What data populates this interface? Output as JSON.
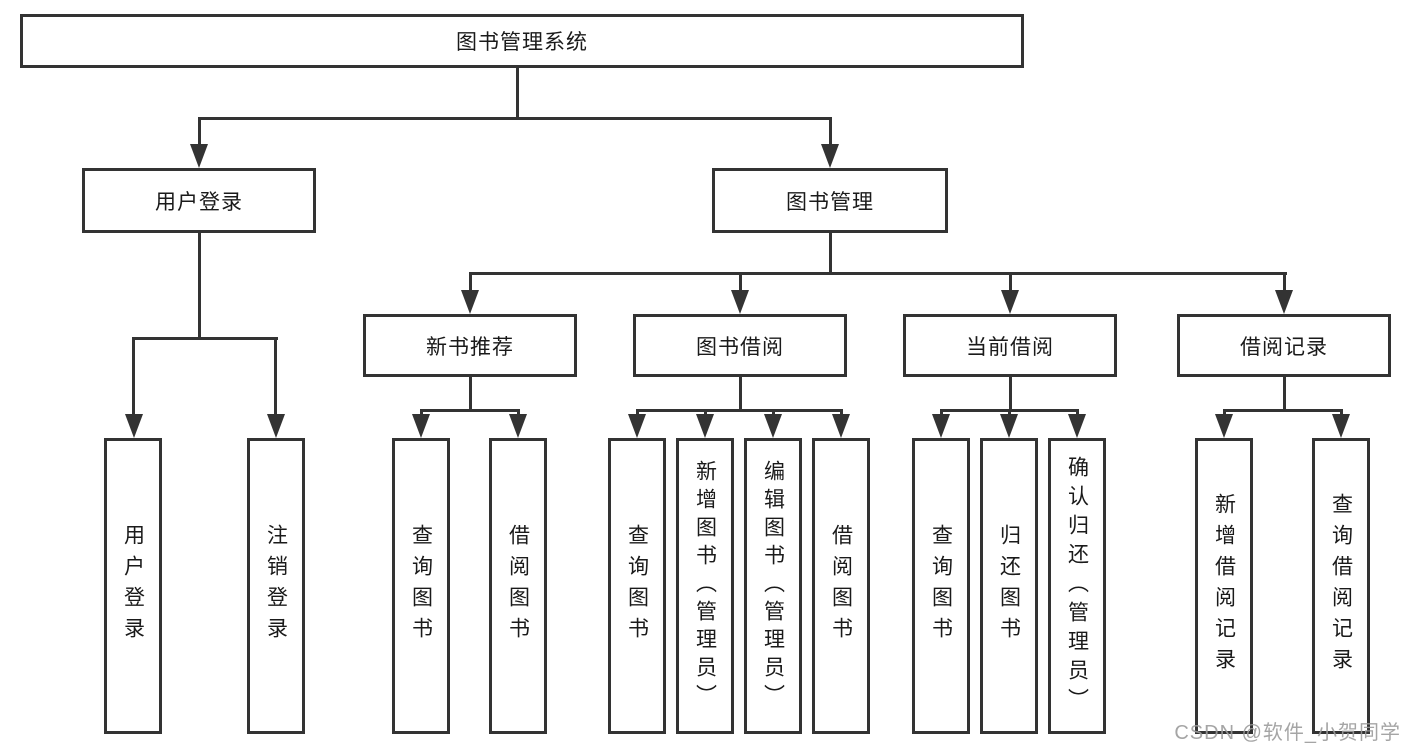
{
  "diagram": {
    "root": {
      "label": "图书管理系统"
    },
    "level2": {
      "user_login": {
        "label": "用户登录"
      },
      "book_management": {
        "label": "图书管理"
      }
    },
    "level3": {
      "new_book_recommend": {
        "label": "新书推荐"
      },
      "book_borrowing": {
        "label": "图书借阅"
      },
      "current_borrowing": {
        "label": "当前借阅"
      },
      "borrowing_records": {
        "label": "借阅记录"
      }
    },
    "leaves": {
      "user_login": {
        "label": "用户登录"
      },
      "logout": {
        "label": "注销登录"
      },
      "nbr_query_books": {
        "label": "查询图书"
      },
      "nbr_borrow_books": {
        "label": "借阅图书"
      },
      "bb_query_books": {
        "label": "查询图书"
      },
      "bb_add_books_admin": {
        "label": "新增图书（管理员）"
      },
      "bb_edit_books_admin": {
        "label": "编辑图书（管理员）"
      },
      "bb_borrow_books": {
        "label": "借阅图书"
      },
      "cb_query_books": {
        "label": "查询图书"
      },
      "cb_return_books": {
        "label": "归还图书"
      },
      "cb_confirm_return_admin": {
        "label": "确认归还（管理员）"
      },
      "br_add_record": {
        "label": "新增借阅记录"
      },
      "br_query_record": {
        "label": "查询借阅记录"
      }
    },
    "colors": {
      "line": "#333333",
      "box_background": "#ffffff",
      "text": "#1a1a1a",
      "watermark": "#9b9b9b"
    }
  },
  "watermark": {
    "text": "CSDN @软件_小贺同学"
  }
}
